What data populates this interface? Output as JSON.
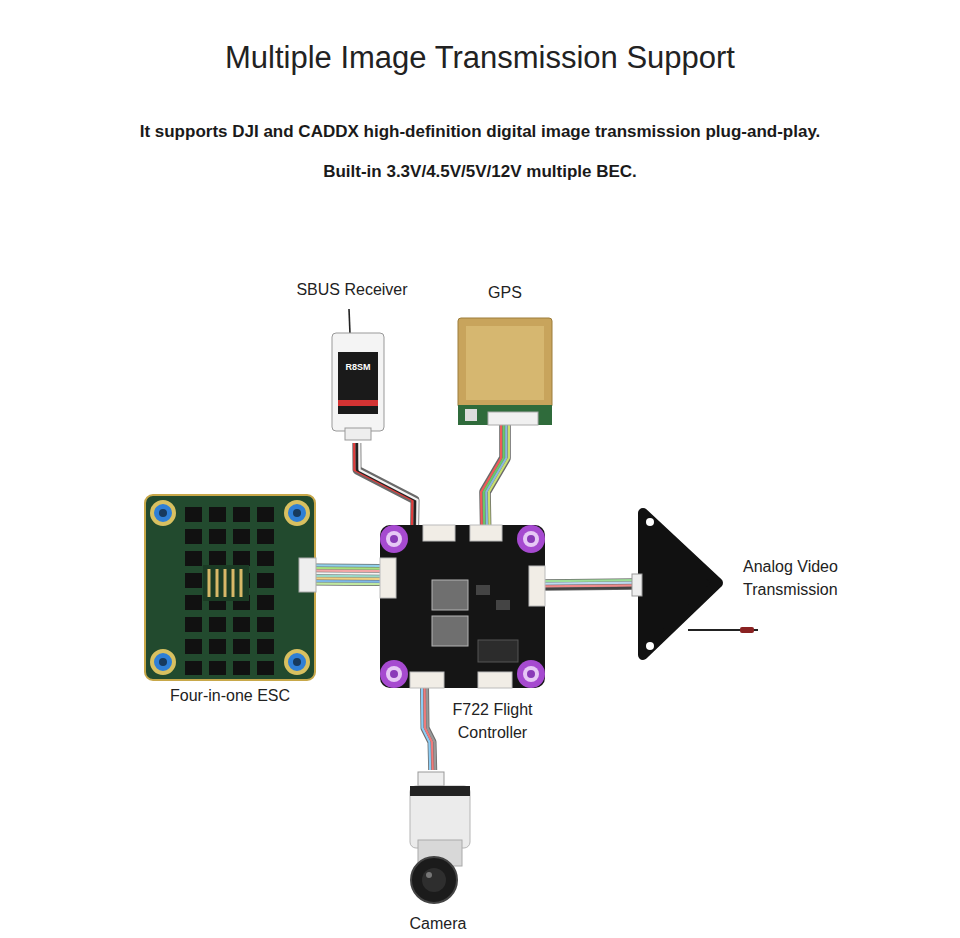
{
  "diagram": {
    "title": "Multiple Image Transmission Support",
    "nodes": [
      {
        "text": [
          "SBUS Receiver"
        ]
      },
      {
        "text": [
          "GPS"
        ]
      },
      {
        "text": [
          "Four-in-one ESC"
        ]
      },
      {
        "text": [
          "F722 Flight Controller"
        ]
      },
      {
        "text": [
          "Analog Video Transmission"
        ]
      },
      {
        "text": [
          "Camera"
        ]
      }
    ],
    "edges": [
      {
        "from": 3,
        "to": 0,
        "arrow": "none"
      },
      {
        "from": 3,
        "to": 1,
        "arrow": "none"
      },
      {
        "from": 3,
        "to": 2,
        "arrow": "none"
      },
      {
        "from": 3,
        "to": 4,
        "arrow": "none"
      },
      {
        "from": 3,
        "to": 5,
        "arrow": "none"
      }
    ],
    "labels": [
      "It supports DJI and CADDX high-definition digital image transmission plug-and-play.",
      "Built-in 3.3V/4.5V/5V/12V multiple BEC.",
      "R8SM"
    ]
  }
}
